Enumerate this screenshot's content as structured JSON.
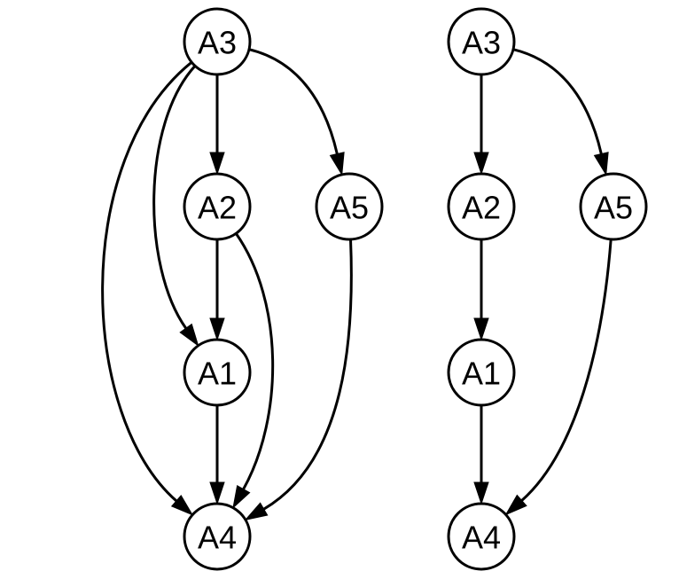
{
  "graphs": [
    {
      "id": "graph-left",
      "nodes": [
        {
          "id": "A3",
          "label": "A3"
        },
        {
          "id": "A2",
          "label": "A2"
        },
        {
          "id": "A5",
          "label": "A5"
        },
        {
          "id": "A1",
          "label": "A1"
        },
        {
          "id": "A4",
          "label": "A4"
        }
      ],
      "edges": [
        {
          "from": "A3",
          "to": "A2"
        },
        {
          "from": "A3",
          "to": "A5"
        },
        {
          "from": "A3",
          "to": "A1"
        },
        {
          "from": "A3",
          "to": "A4"
        },
        {
          "from": "A2",
          "to": "A1"
        },
        {
          "from": "A2",
          "to": "A4"
        },
        {
          "from": "A1",
          "to": "A4"
        },
        {
          "from": "A5",
          "to": "A4"
        }
      ]
    },
    {
      "id": "graph-right",
      "nodes": [
        {
          "id": "A3",
          "label": "A3"
        },
        {
          "id": "A2",
          "label": "A2"
        },
        {
          "id": "A5",
          "label": "A5"
        },
        {
          "id": "A1",
          "label": "A1"
        },
        {
          "id": "A4",
          "label": "A4"
        }
      ],
      "edges": [
        {
          "from": "A3",
          "to": "A2"
        },
        {
          "from": "A3",
          "to": "A5"
        },
        {
          "from": "A2",
          "to": "A1"
        },
        {
          "from": "A1",
          "to": "A4"
        },
        {
          "from": "A5",
          "to": "A4"
        }
      ]
    }
  ],
  "colors": {
    "stroke": "#000000",
    "node_fill": "#ffffff",
    "background": "#ffffff"
  }
}
